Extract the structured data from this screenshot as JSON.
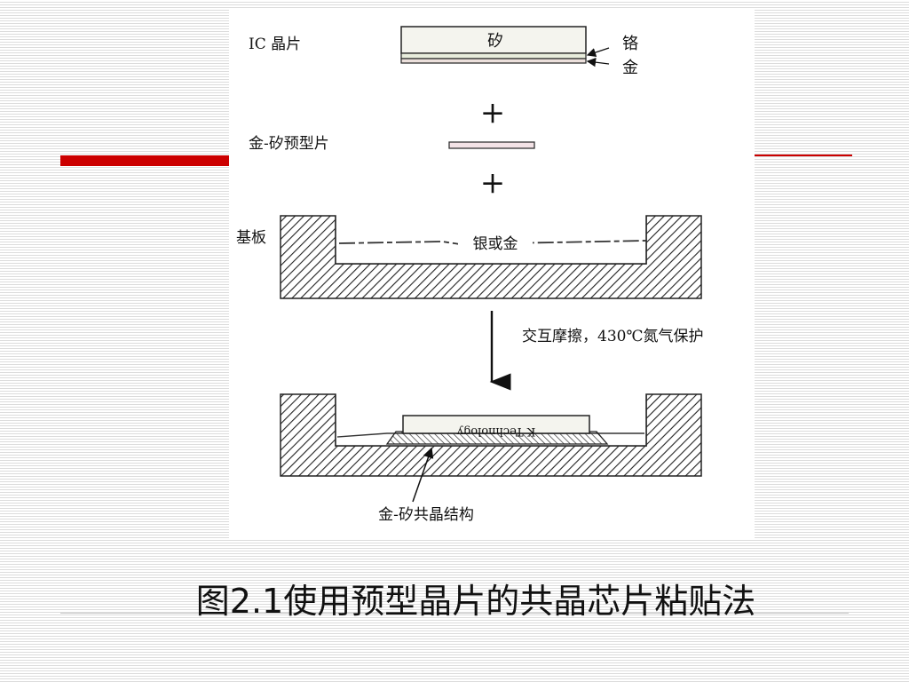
{
  "slide": {
    "caption": "图2.1使用预型晶片的共晶芯片粘贴法",
    "accent_color": "#cc0000"
  },
  "figure": {
    "labels": {
      "ic_wafer": "IC 晶片",
      "silicon": "矽",
      "chromium": "铬",
      "gold_top": "金",
      "plus_1": "+",
      "preform": "金-矽预型片",
      "plus_2": "+",
      "substrate": "基板",
      "silver_or_gold": "银或金",
      "process": "交互摩擦，430℃氮气保护",
      "eutectic": "金-矽共晶结构",
      "mirror_text": "K Technology"
    }
  }
}
